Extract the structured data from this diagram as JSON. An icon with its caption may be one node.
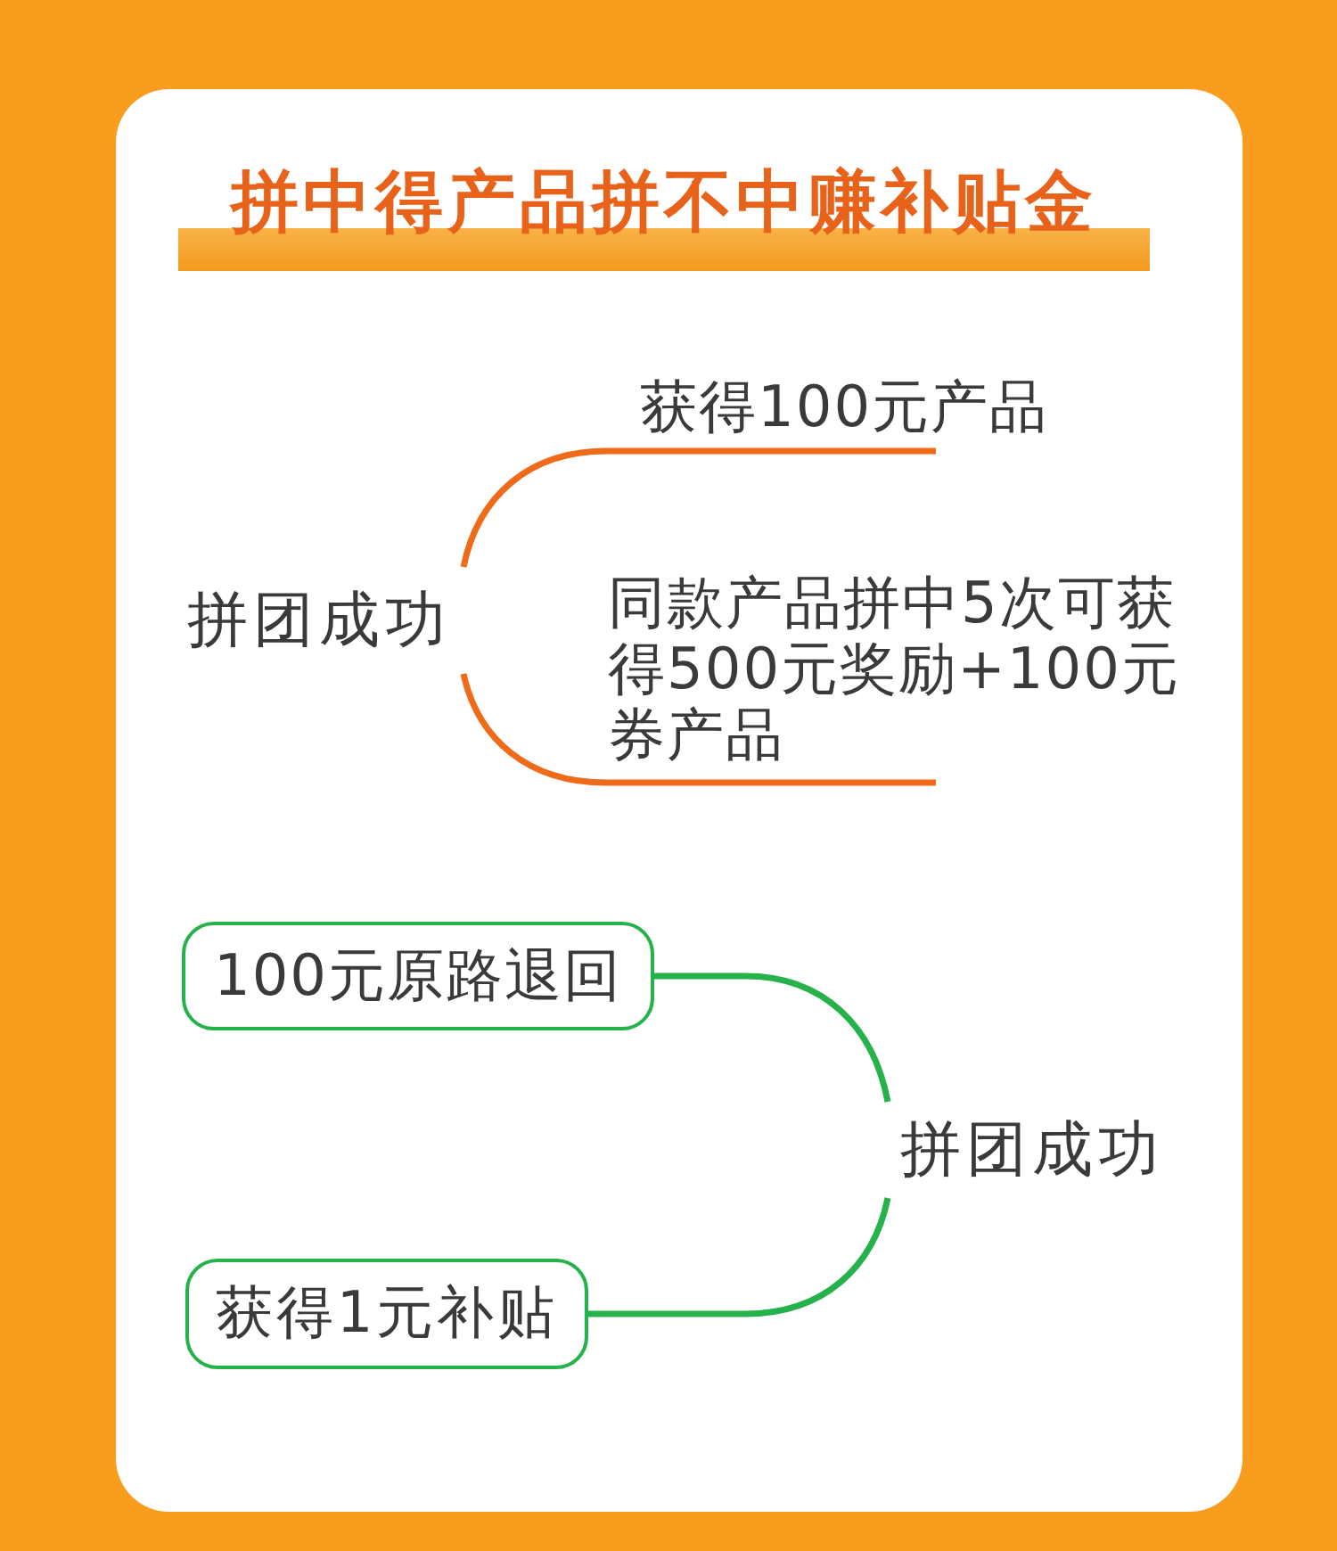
{
  "diagram": {
    "title": "拼中得产品拼不中赚补贴金",
    "nodes": [
      {
        "text": [
          "拼团成功"
        ]
      },
      {
        "text": [
          "获得100元产品"
        ]
      },
      {
        "text": [
          "同款产品拼中5次可获得500元奖励+100元券产品"
        ]
      },
      {
        "text": [
          "100元原路退回"
        ]
      },
      {
        "text": [
          "获得1元补贴"
        ]
      },
      {
        "text": [
          "拼团成功"
        ]
      }
    ],
    "edges": [
      {
        "from": 0,
        "to": 1,
        "arrow": "none",
        "color": "#ef6b1a"
      },
      {
        "from": 0,
        "to": 2,
        "arrow": "none",
        "color": "#ef6b1a"
      },
      {
        "from": 5,
        "to": 3,
        "arrow": "none",
        "color": "#25b24a"
      },
      {
        "from": 5,
        "to": 4,
        "arrow": "none",
        "color": "#25b24a"
      }
    ]
  }
}
